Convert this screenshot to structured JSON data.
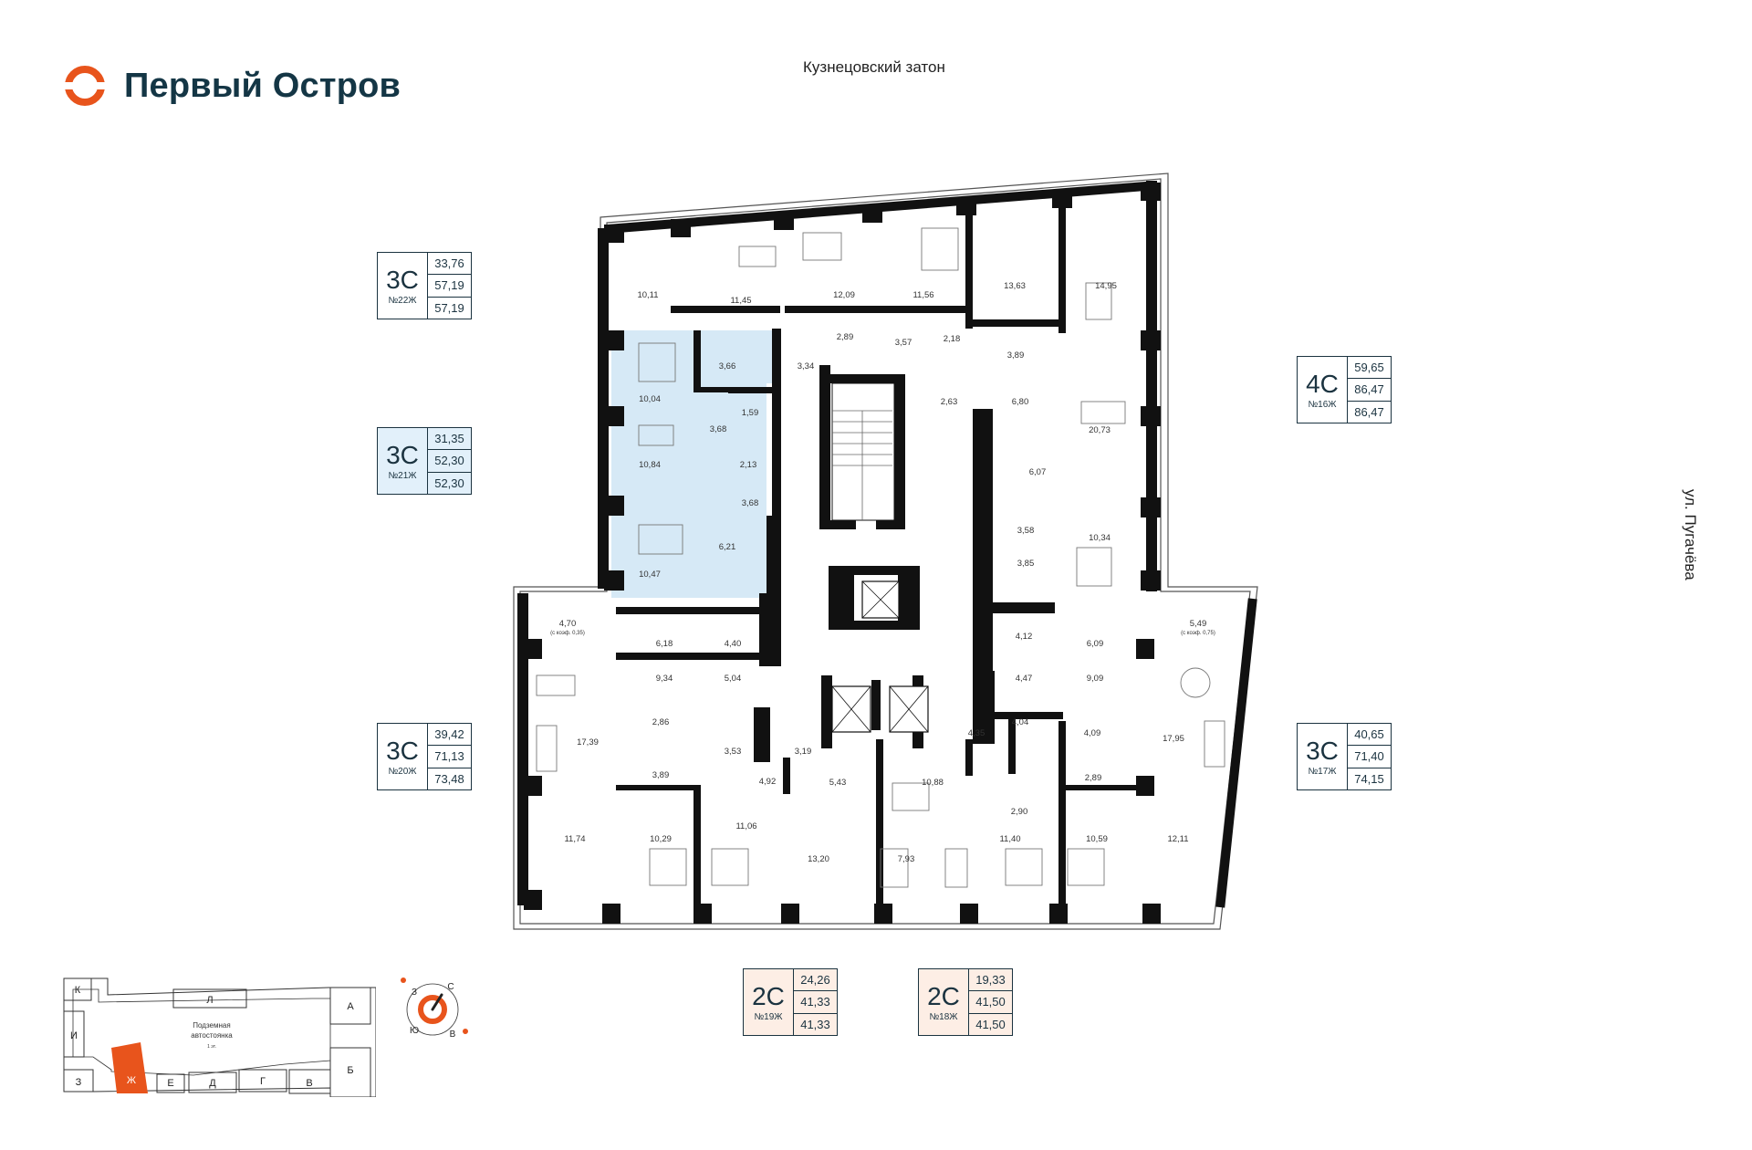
{
  "brand": {
    "name": "Первый Остров",
    "color": "#143645",
    "accent": "#e8541c"
  },
  "streets": {
    "top": "Кузнецовский затон",
    "right": "ул. Пугачёва"
  },
  "apartments": [
    {
      "code": "3С",
      "num": "№22Ж",
      "values": [
        "33,76",
        "57,19",
        "57,19"
      ],
      "highlight": false
    },
    {
      "code": "3С",
      "num": "№21Ж",
      "values": [
        "31,35",
        "52,30",
        "52,30"
      ],
      "highlight": true
    },
    {
      "code": "3С",
      "num": "№20Ж",
      "values": [
        "39,42",
        "71,13",
        "73,48"
      ],
      "highlight": false
    },
    {
      "code": "4С",
      "num": "№16Ж",
      "values": [
        "59,65",
        "86,47",
        "86,47"
      ],
      "highlight": false
    },
    {
      "code": "3С",
      "num": "№17Ж",
      "values": [
        "40,65",
        "71,40",
        "74,15"
      ],
      "highlight": false
    },
    {
      "code": "2С",
      "num": "№19Ж",
      "values": [
        "24,26",
        "41,33",
        "41,33"
      ],
      "highlight": false
    },
    {
      "code": "2С",
      "num": "№18Ж",
      "values": [
        "19,33",
        "41,50",
        "41,50"
      ],
      "highlight": false
    }
  ],
  "room_areas": [
    "10,11",
    "11,45",
    "12,09",
    "11,56",
    "13,63",
    "14,95",
    "2,89",
    "3,57",
    "2,18",
    "3,89",
    "3,34",
    "10,04",
    "3,66",
    "1,59",
    "3,68",
    "10,84",
    "2,13",
    "3,68",
    "10,47",
    "6,21",
    "2,63",
    "6,80",
    "20,73",
    "6,07",
    "3,58",
    "10,34",
    "3,85",
    "4,70",
    "6,18",
    "4,40",
    "5,49",
    "4,12",
    "6,09",
    "9,34",
    "5,04",
    "4,47",
    "9,09",
    "2,86",
    "3,53",
    "3,19",
    "4,35",
    "4,04",
    "4,09",
    "17,39",
    "17,95",
    "5,43",
    "10,88",
    "3,89",
    "4,92",
    "2,89",
    "2,90",
    "11,74",
    "10,29",
    "11,06",
    "13,20",
    "7,93",
    "11,40",
    "10,59",
    "12,11"
  ],
  "balcony_notes": [
    "(с коэф. 0,35)",
    "(с коэф. 0,75)"
  ],
  "site_key": {
    "sections": [
      "К",
      "Л",
      "А",
      "И",
      "Б",
      "З",
      "Ж",
      "Е",
      "Д",
      "Г",
      "В"
    ],
    "parking": [
      "Подземная",
      "автостоянка",
      "1 эт."
    ],
    "current": "Ж"
  },
  "compass": [
    "З",
    "С",
    "Ю",
    "В"
  ]
}
